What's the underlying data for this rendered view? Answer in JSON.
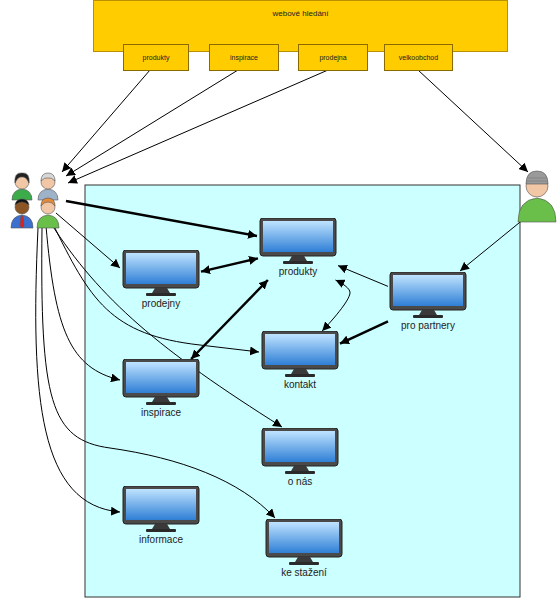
{
  "diagram": {
    "nodes": [
      {
        "text": [
          "webové hledání"
        ]
      },
      {
        "text": [
          "produkty"
        ],
        "in": 0
      },
      {
        "text": [
          "inspirace"
        ],
        "in": 0
      },
      {
        "text": [
          "prodejna"
        ],
        "in": 0
      },
      {
        "text": [
          "velkoobchod"
        ],
        "in": 0
      },
      {
        "text": [
          "produkty"
        ]
      },
      {
        "text": [
          "prodejny"
        ]
      },
      {
        "text": [
          "pro partnery"
        ]
      },
      {
        "text": [
          "kontakt"
        ]
      },
      {
        "text": [
          "inspirace"
        ]
      },
      {
        "text": [
          "o nás"
        ]
      },
      {
        "text": [
          "informace"
        ]
      },
      {
        "text": [
          "ke stažení"
        ]
      }
    ],
    "edges": [
      {
        "from": 6,
        "to": 5,
        "arrow": "both"
      },
      {
        "from": 9,
        "to": 5,
        "arrow": "both"
      },
      {
        "from": 7,
        "to": 5,
        "arrow": "to"
      },
      {
        "from": 5,
        "to": 8,
        "arrow": "both"
      },
      {
        "from": 7,
        "to": 8,
        "arrow": "to"
      }
    ]
  }
}
